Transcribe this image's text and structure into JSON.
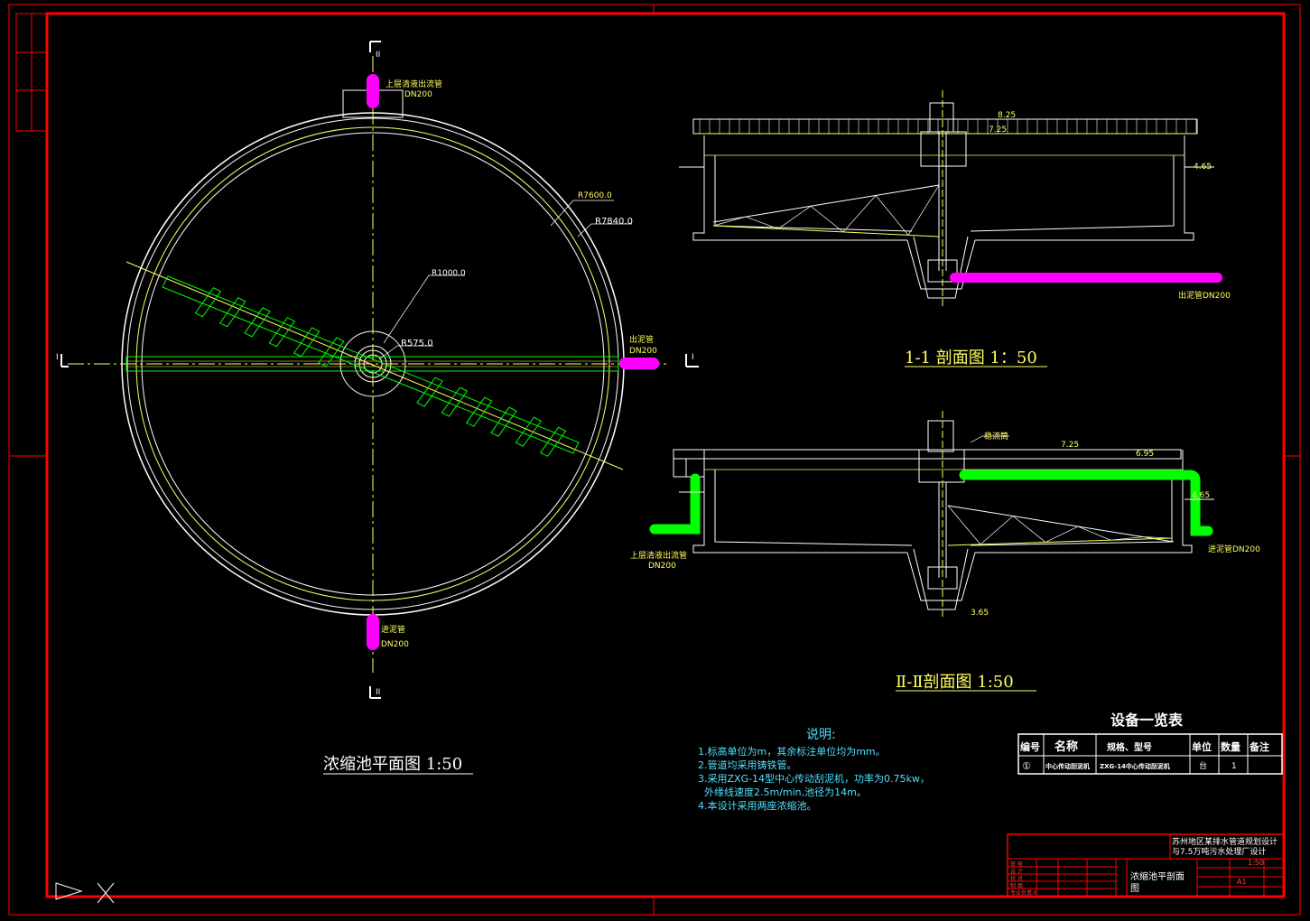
{
  "colors": {
    "border": "#ff0000",
    "wall": "#ffffff",
    "yellow": "#ffff60",
    "cyan": "#4ee0ff",
    "green": "#00ff00",
    "magenta": "#ff00ff",
    "pipe_green": "#00ff00",
    "red": "#ff2020"
  },
  "plan": {
    "title": "浓缩池平面图 1:50",
    "r_outer_label": "R7840.0",
    "r_inner_label": "R7600.0",
    "r_center_label": "R1000.0",
    "r_core_label": "R575.0",
    "top_pipe_label": "上层清液出流管",
    "top_pipe_dn": "DN200",
    "right_pipe_label": "出泥管",
    "right_pipe_dn": "DN200",
    "bottom_pipe_label": "进泥管",
    "bottom_pipe_dn": "DN200",
    "sec_mark_top": "II",
    "sec_mark_bottom": "II",
    "sec_mark_left": "I",
    "sec_mark_right": "I"
  },
  "section1": {
    "title": "1-1 剖面图 1：50",
    "lvl_top": "8.25",
    "lvl_water": "7.25",
    "lvl_ground": "4.65",
    "pipe_label": "出泥管DN200"
  },
  "section2": {
    "title": "Ⅱ-Ⅱ剖面图 1:50",
    "label_tube": "稳流筒",
    "lvl_water": "7.25",
    "lvl_top": "6.95",
    "lvl_ground": "4.65",
    "lvl_bottom": "3.65",
    "left_pipe_label": "上层清液出流管",
    "left_pipe_dn": "DN200",
    "right_pipe_label": "进泥管DN200"
  },
  "notes": {
    "heading": "说明:",
    "lines": [
      "1.标高单位为m，其余标注单位均为mm。",
      "2.管道均采用铸铁管。",
      "3.采用ZXG-14型中心传动刮泥机，功率为0.75kw，",
      "  外缘线速度2.5m/min,池径为14m。",
      "4.本设计采用两座浓缩池。"
    ]
  },
  "equipment": {
    "title": "设备一览表",
    "headers": [
      "编号",
      "名称",
      "规格、型号",
      "单位",
      "数量",
      "备注"
    ],
    "row": [
      "①",
      "中心传动刮泥机",
      "ZXG-14中心传动刮泥机",
      "台",
      "1",
      ""
    ]
  },
  "titleblock": {
    "project_line1": "苏州地区某排水管道规划设计",
    "project_line2": "与7.5万吨污水处理厂设计",
    "drawing_name_1": "浓缩池平剖面",
    "drawing_name_2": "图",
    "scale": "1:50",
    "sheet": "A1",
    "left_labels": [
      "审 核",
      "设 计",
      "校 对",
      "制 图",
      "专业负责人"
    ]
  }
}
